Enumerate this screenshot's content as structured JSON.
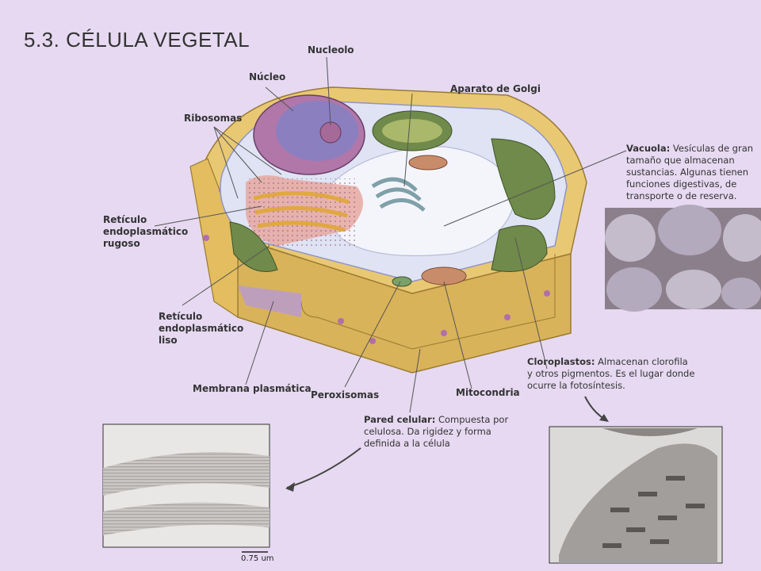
{
  "title": "5.3. CÉLULA  VEGETAL",
  "labels": {
    "nucleolo": "Nucleolo",
    "nucleo": "Núcleo",
    "golgi": "Aparato de Golgi",
    "ribosomas": "Ribosomas",
    "rer": [
      "Retículo",
      "endoplasmático",
      "rugoso"
    ],
    "rel": [
      "Retículo",
      "endoplasmático",
      "liso"
    ],
    "membrana": "Membrana plasmática",
    "peroxisomas": "Peroxisomas",
    "mitocondria": "Mitocondria"
  },
  "vacuola": {
    "term": "Vacuola:",
    "text": [
      "Vesículas de gran",
      "tamaño que almacenan",
      "sustancias. Algunas tienen",
      "funciones digestivas, de",
      "transporte o de reserva."
    ]
  },
  "cloroplastos": {
    "term": "Cloroplastos:",
    "text": [
      "Almacenan clorofila",
      "y otros pigmentos. Es el lugar donde",
      "ocurre la fotosíntesis."
    ]
  },
  "pared": {
    "term": "Pared celular:",
    "text": [
      "Compuesta por",
      "celulosa. Da rigidez y forma",
      "definida a la célula"
    ]
  },
  "scale_bar": "0.75 um",
  "colors": {
    "background": "#e6d9f1",
    "cell_wall": "#e9c873",
    "cytoplasm": "#dfe3f4",
    "nucleus": "#8b7fc0",
    "chloroplast": "#6f8a4a",
    "mitochondria": "#c98c6a"
  }
}
